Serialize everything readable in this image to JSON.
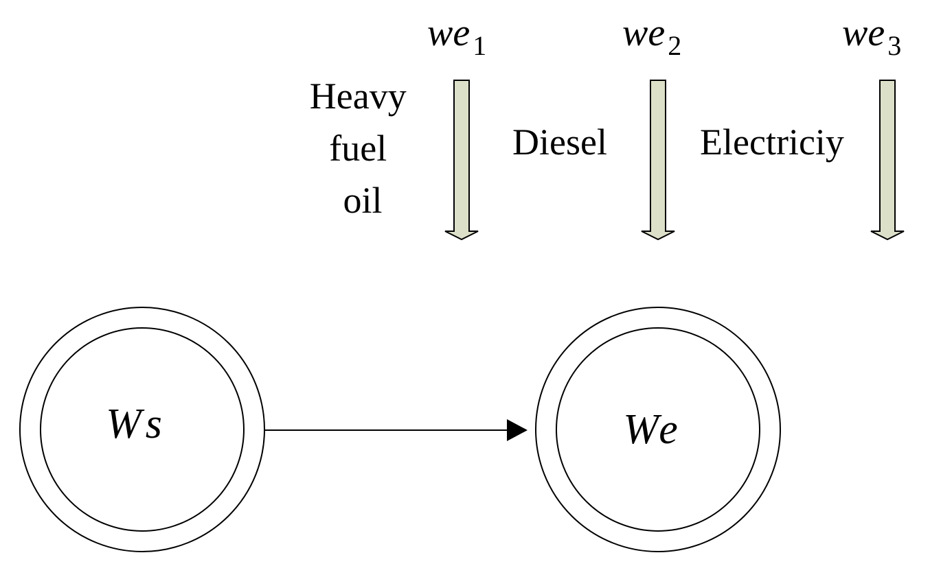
{
  "inputs": [
    {
      "symbol": "we",
      "subscript": "1",
      "label_lines": [
        "Heavy",
        "fuel",
        "oil"
      ]
    },
    {
      "symbol": "we",
      "subscript": "2",
      "label_lines": [
        "Diesel"
      ]
    },
    {
      "symbol": "we",
      "subscript": "3",
      "label_lines": [
        "Electriciy"
      ]
    }
  ],
  "nodes": {
    "source": {
      "label": "Ws"
    },
    "target": {
      "label": "We"
    }
  },
  "colors": {
    "arrow_fill": "#dde0c9",
    "stroke": "#000000",
    "background": "#ffffff"
  }
}
